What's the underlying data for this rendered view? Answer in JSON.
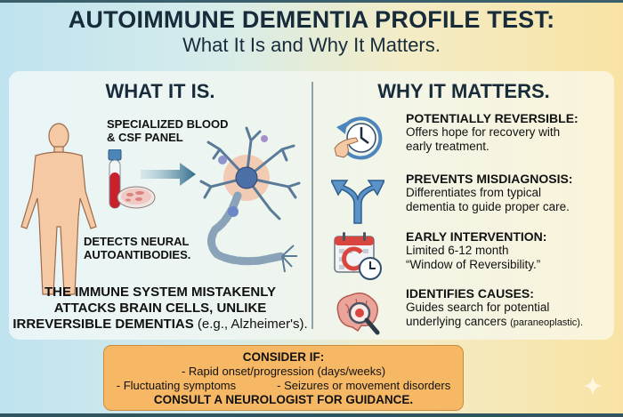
{
  "header": {
    "title": "AUTOIMMUNE DEMENTIA PROFILE TEST:",
    "subtitle": "What It Is and Why It Matters."
  },
  "what_it_is": {
    "heading": "WHAT IT IS.",
    "panel_label_line1": "SPECIALIZED BLOOD",
    "panel_label_line2": "& CSF PANEL",
    "detect_label_line1": "DETECTS NEURAL",
    "detect_label_line2": "AUTOANTIBODIES.",
    "statement_line1": "THE IMMUNE SYSTEM MISTAKENLY",
    "statement_line2": "ATTACKS BRAIN CELLS, UNLIKE",
    "statement_line3_strong": "IRREVERSIBLE DEMENTIAS",
    "statement_line3_example": "(e.g., Alzheimer's).",
    "illustrations": [
      "human-body",
      "blood-tube",
      "petri-dish",
      "arrow-right",
      "neuron-under-attack"
    ]
  },
  "why_it_matters": {
    "heading": "WHY IT MATTERS.",
    "reasons": [
      {
        "icon": "clock-rewind-icon",
        "title": "POTENTIALLY REVERSIBLE:",
        "line1": "Offers hope for recovery with",
        "line2": "early treatment."
      },
      {
        "icon": "split-arrows-icon",
        "title": "PREVENTS MISDIAGNOSIS:",
        "line1": "Differentiates from typical",
        "line2": "dementia to guide proper care."
      },
      {
        "icon": "calendar-clock-icon",
        "title": "EARLY INTERVENTION:",
        "line1": "Limited 6-12 month",
        "line2": "“Window of Reversibility.”"
      },
      {
        "icon": "brain-magnifier-icon",
        "title": "IDENTIFIES CAUSES:",
        "line1": "Guides search for potential",
        "line2": "underlying cancers",
        "line2_small": "(paraneoplastic)."
      }
    ]
  },
  "consider": {
    "title": "CONSIDER IF:",
    "item1": "- Rapid onset/progression (days/weeks)",
    "item2": "- Fluctuating symptoms",
    "item3": "- Seizures or movement disorders",
    "footer": "CONSULT A NEUROLOGIST FOR GUIDANCE."
  },
  "colors": {
    "title_text": "#172b3a",
    "consider_bg": "#f6b865",
    "icon_blue": "#4d86bd",
    "icon_red": "#d9463f",
    "bg_left": "#bfe3ef",
    "bg_right": "#f8e3a4"
  }
}
